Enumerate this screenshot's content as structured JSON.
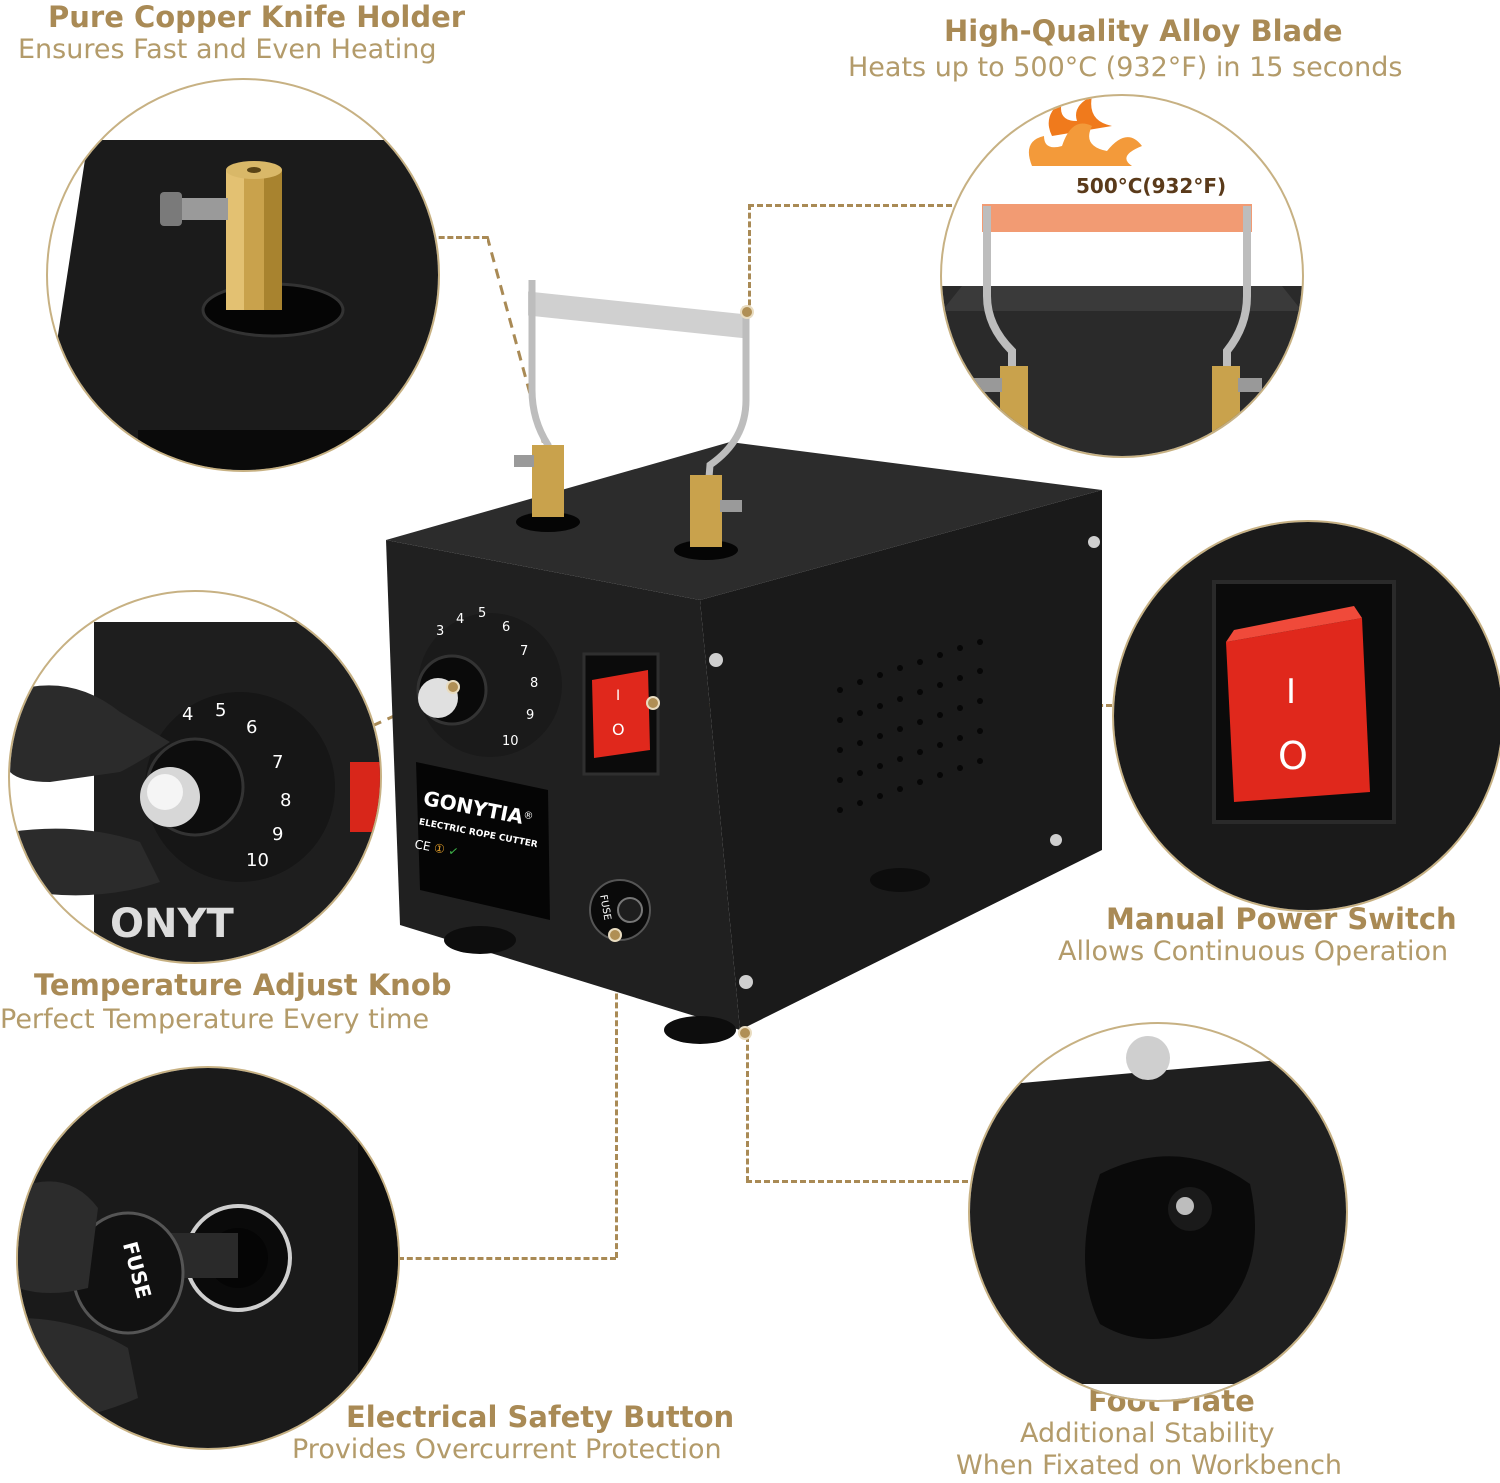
{
  "callouts": {
    "knife_holder": {
      "title": "Pure Copper Knife Holder",
      "subtitle": "Ensures Fast and Even Heating"
    },
    "blade": {
      "title": "High-Quality Alloy Blade",
      "subtitle": "Heats up to 500°C (932°F) in 15 seconds",
      "temp_badge": "500°C(932°F)"
    },
    "knob": {
      "title": "Temperature Adjust Knob",
      "subtitle": "Perfect Temperature Every time"
    },
    "switch": {
      "title": "Manual Power Switch",
      "subtitle": "Allows Continuous Operation"
    },
    "fuse": {
      "title": "Electrical Safety Button",
      "subtitle": "Provides Overcurrent Protection"
    },
    "foot": {
      "title": "Foot Plate",
      "subtitle_line1": "Additional Stability",
      "subtitle_line2": "When Fixated on Workbench"
    }
  },
  "device": {
    "brand": "GONYTIA",
    "registered_mark": "®",
    "model_label": "ELECTRIC ROPE CUTTER",
    "cert_marks": [
      "CE",
      "①",
      "✓"
    ],
    "dial_numbers": [
      "3",
      "4",
      "5",
      "6",
      "7",
      "8",
      "9",
      "10"
    ],
    "zoom_dial_numbers": [
      "4",
      "5",
      "6",
      "7",
      "8",
      "9",
      "10"
    ],
    "fuse_label": "FUSE",
    "switch_on_symbol": "I",
    "switch_off_symbol": "O",
    "zoom_brand_fragment": "ONYT"
  },
  "colors": {
    "accent_gold": "#a98a55",
    "device_body": "#1c1c1c",
    "switch_red": "#e0281c",
    "brass": "#c9a24c"
  }
}
